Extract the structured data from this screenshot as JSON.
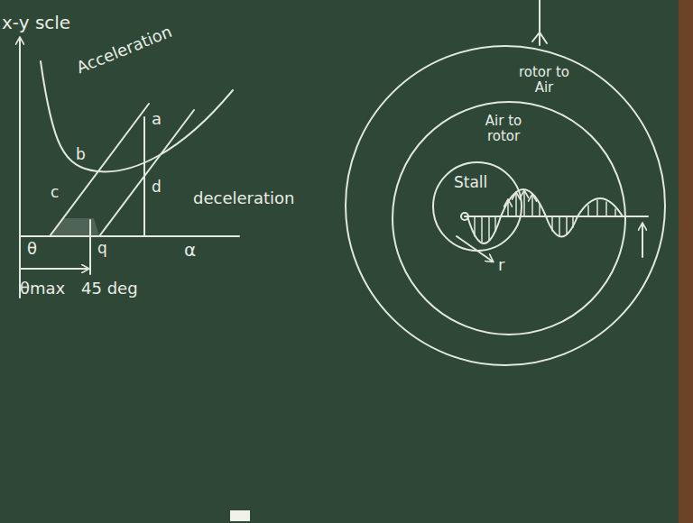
{
  "diagram": {
    "nodes": [
      {
        "text": [
          "rotor to Air"
        ]
      },
      {
        "text": [
          "Air to rotor"
        ],
        "in": 0
      },
      {
        "text": [
          "Stall"
        ],
        "in": 1
      }
    ],
    "labels": [
      "x-y scle",
      "Acceleration",
      "a",
      "b",
      "c",
      "d",
      "deceleration",
      "θ",
      "α",
      "q",
      "θmax",
      "45 deg",
      "r"
    ]
  }
}
